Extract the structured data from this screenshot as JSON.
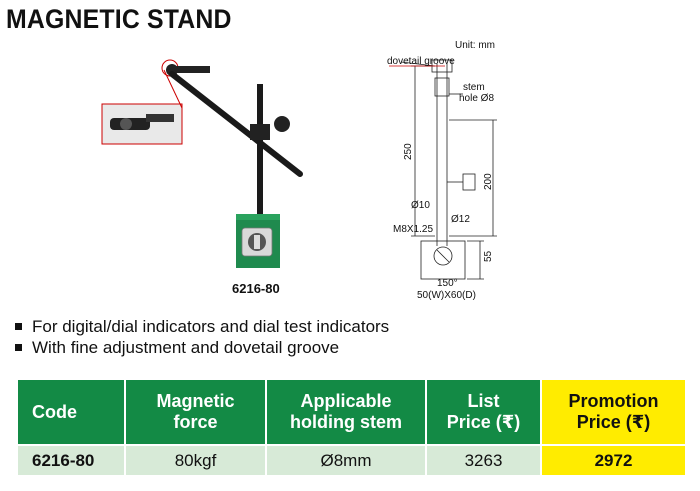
{
  "title": "MAGNETIC STAND",
  "photo": {
    "caption": "6216-80"
  },
  "drawing": {
    "unit": "Unit: mm",
    "dovetail": "dovetail groove",
    "stem_hole_1": "stem",
    "stem_hole_2": "hole Ø8",
    "dim_250": "250",
    "dim_200": "200",
    "dim_10": "Ø10",
    "dim_12": "Ø12",
    "thread": "M8X1.25",
    "dim_55": "55",
    "angle": "150°",
    "base": "50(W)X60(D)"
  },
  "bullets": [
    "For digital/dial indicators and dial test indicators",
    "With fine adjustment and dovetail groove"
  ],
  "table": {
    "headers": {
      "code": "Code",
      "force_1": "Magnetic",
      "force_2": "force",
      "stem_1": "Applicable",
      "stem_2": "holding stem",
      "list_1": "List",
      "list_2": "Price (₹)",
      "promo_1": "Promotion",
      "promo_2": "Price (₹)"
    },
    "rows": [
      {
        "code": "6216-80",
        "force": "80kgf",
        "stem": "Ø8mm",
        "list": "3263",
        "promo": "2972"
      }
    ]
  },
  "colors": {
    "header_green": "#138a45",
    "promo_yellow": "#ffec00",
    "row_green": "#d7ead7"
  }
}
